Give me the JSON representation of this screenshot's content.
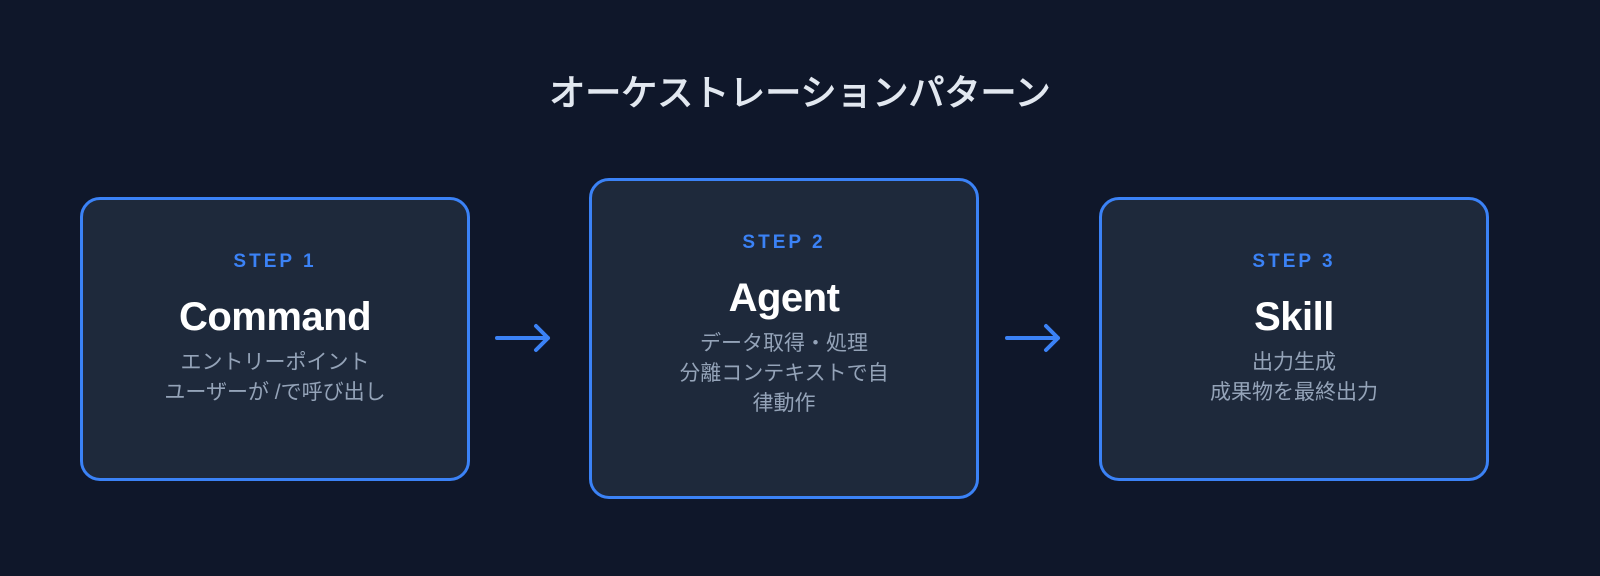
{
  "title": "オーケストレーションパターン",
  "steps": [
    {
      "label": "STEP 1",
      "name": "Command",
      "lines": [
        "エントリーポイント",
        "ユーザーが /で呼び出し"
      ]
    },
    {
      "label": "STEP 2",
      "name": "Agent",
      "lines": [
        "データ取得・処理",
        "分離コンテキストで自",
        "律動作"
      ]
    },
    {
      "label": "STEP 3",
      "name": "Skill",
      "lines": [
        "出力生成",
        "成果物を最終出力"
      ]
    }
  ],
  "colors": {
    "background": "#0f172a",
    "card": "#1e293b",
    "accent": "#3b82f6"
  }
}
